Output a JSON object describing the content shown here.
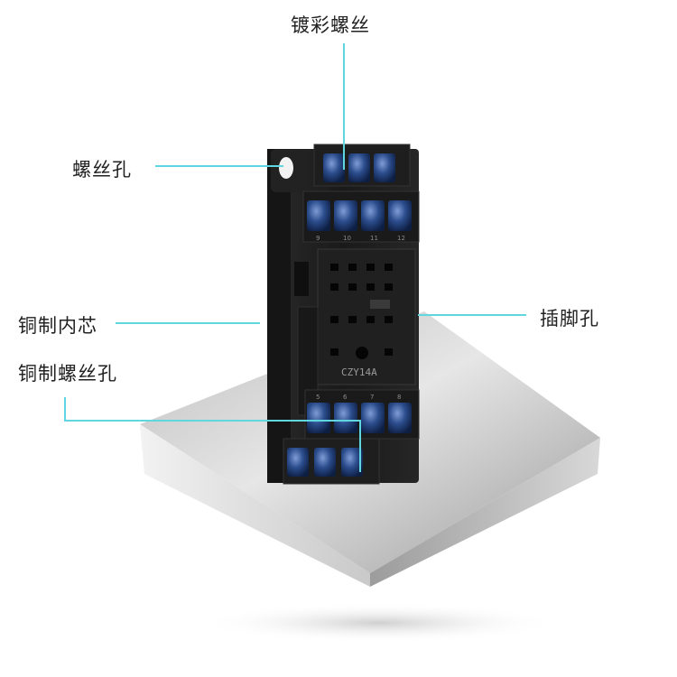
{
  "callouts": {
    "plated_screw": "镀彩螺丝",
    "screw_hole": "螺丝孔",
    "copper_core": "铜制内芯",
    "copper_screw_hole": "铜制螺丝孔",
    "pin_hole": "插脚孔"
  },
  "product": {
    "model_marking": "CZY14A",
    "top_terminal_numbers": [
      "9",
      "10",
      "11",
      "12"
    ],
    "bottom_terminal_numbers": [
      "5",
      "6",
      "7",
      "8"
    ]
  },
  "colors": {
    "callout_line": "#5fd6e0",
    "socket_body": "#1c1c1c",
    "screw": "#1e3a6e",
    "pedestal_top": "#d9d9d9"
  }
}
